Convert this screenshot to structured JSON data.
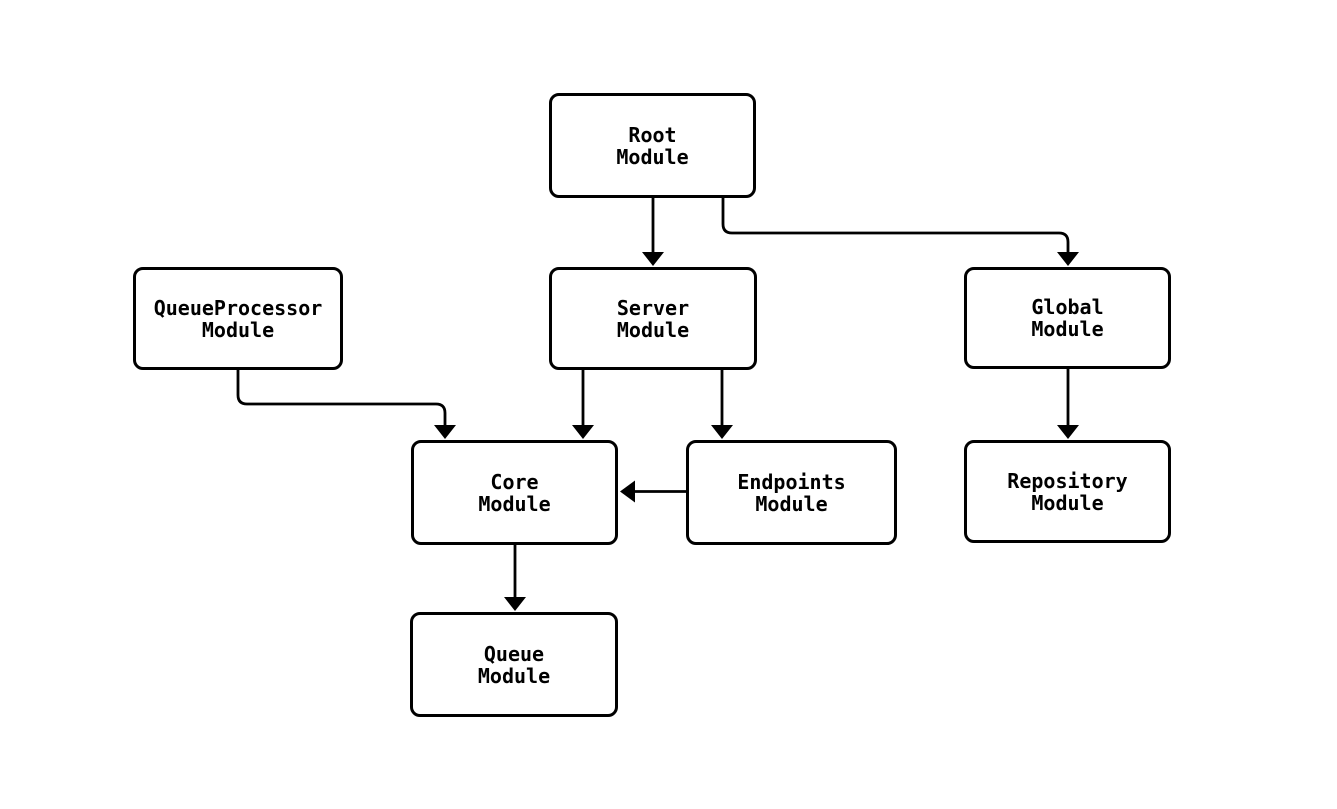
{
  "diagram": {
    "type": "flowchart-top-down",
    "colors": {
      "background": "#ffffff",
      "node_fill": "#ffffff",
      "node_border": "#000000",
      "edge": "#000000",
      "text": "#000000"
    },
    "nodes": [
      {
        "id": "root-module",
        "label": "Root\nModule"
      },
      {
        "id": "server-module",
        "label": "Server\nModule"
      },
      {
        "id": "global-module",
        "label": "Global\nModule"
      },
      {
        "id": "queueprocessor-module",
        "label": "QueueProcessor\nModule"
      },
      {
        "id": "core-module",
        "label": "Core\nModule"
      },
      {
        "id": "endpoints-module",
        "label": "Endpoints\nModule"
      },
      {
        "id": "repository-module",
        "label": "Repository\nModule"
      },
      {
        "id": "queue-module",
        "label": "Queue\nModule"
      }
    ],
    "edges": [
      {
        "from": "Root Module",
        "to": "Server Module"
      },
      {
        "from": "Root Module",
        "to": "Global Module"
      },
      {
        "from": "QueueProcessor Module",
        "to": "Core Module"
      },
      {
        "from": "Server Module",
        "to": "Core Module"
      },
      {
        "from": "Server Module",
        "to": "Endpoints Module"
      },
      {
        "from": "Endpoints Module",
        "to": "Core Module"
      },
      {
        "from": "Global Module",
        "to": "Repository Module"
      },
      {
        "from": "Core Module",
        "to": "Queue Module"
      }
    ]
  }
}
